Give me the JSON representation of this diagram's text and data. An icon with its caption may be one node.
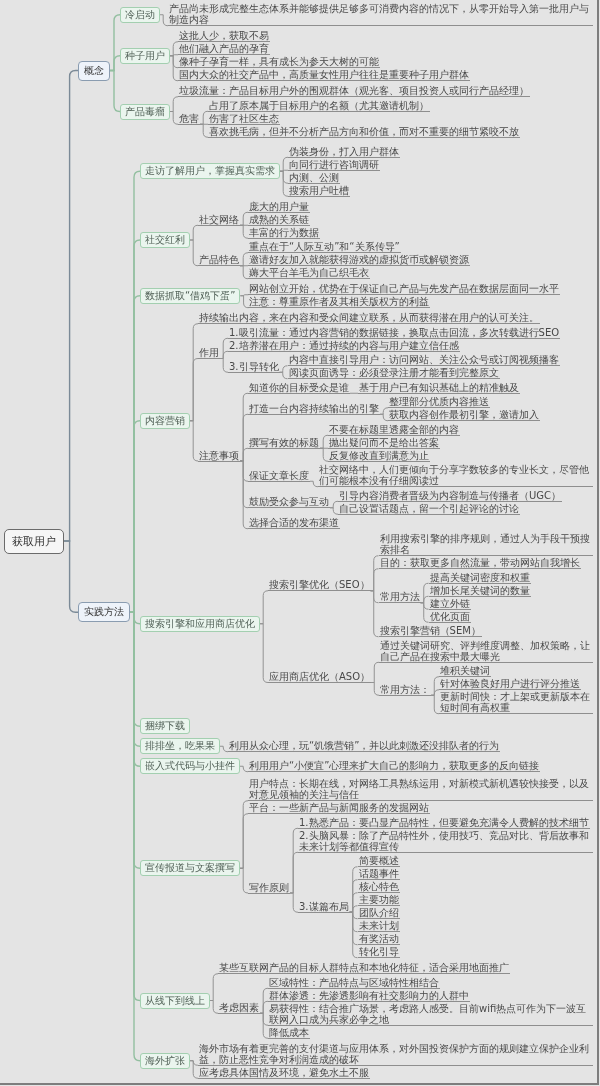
{
  "diagram": {
    "nodes": [
      {
        "text": [
          "获取用户"
        ]
      },
      {
        "text": [
          "概念"
        ]
      },
      {
        "text": [
          "冷启动"
        ]
      },
      {
        "text": [
          "产品尚未形成完整生态体系并能够提供足够多可消费内容的情况下，从零开始导入第一批用户与制造内容"
        ]
      },
      {
        "text": [
          "种子用户"
        ]
      },
      {
        "text": [
          "这批人少，获取不易"
        ]
      },
      {
        "text": [
          "他们融入产品的孕育"
        ]
      },
      {
        "text": [
          "像种子孕育一样，具有成长为参天大树的可能"
        ]
      },
      {
        "text": [
          "国内大众的社交产品中，高质量女性用户往往是重要种子用户群体"
        ]
      },
      {
        "text": [
          "产品毒瘤"
        ]
      },
      {
        "text": [
          "垃圾流量：产品目标用户外的围观群体（观光客、项目投资人或同行产品经理）"
        ]
      },
      {
        "text": [
          "危害"
        ]
      },
      {
        "text": [
          "占用了原本属于目标用户的名额（尤其邀请机制）"
        ]
      },
      {
        "text": [
          "伤害了社区生态"
        ]
      },
      {
        "text": [
          "喜欢挑毛病，但并不分析产品方向和价值，而对不重要的细节紧咬不放"
        ]
      },
      {
        "text": [
          "实践方法"
        ]
      },
      {
        "text": [
          "走访了解用户，掌握真实需求"
        ]
      },
      {
        "text": [
          "伪装身份，打入用户群体"
        ]
      },
      {
        "text": [
          "向同行进行咨询调研"
        ]
      },
      {
        "text": [
          "内测、公测"
        ]
      },
      {
        "text": [
          "搜索用户吐槽"
        ]
      },
      {
        "text": [
          "社交红利"
        ]
      },
      {
        "text": [
          "社交网络"
        ]
      },
      {
        "text": [
          "庞大的用户量"
        ]
      },
      {
        "text": [
          "成熟的关系链"
        ]
      },
      {
        "text": [
          "丰富的行为数据"
        ]
      },
      {
        "text": [
          "产品特色"
        ]
      },
      {
        "text": [
          "重点在于“人际互动”和“关系传导”"
        ]
      },
      {
        "text": [
          "邀请好友加入就能获得游戏的虚拟货币或解锁资源"
        ]
      },
      {
        "text": [
          "薅大平台羊毛为自己织毛衣"
        ]
      },
      {
        "text": [
          "数据抓取“借鸡下蛋”"
        ]
      },
      {
        "text": [
          "网站创立开始，优势在于保证自己产品与先发产品在数据层面同一水平"
        ]
      },
      {
        "text": [
          "注意：尊重原作者及其相关版权方的利益"
        ]
      },
      {
        "text": [
          "内容营销"
        ]
      },
      {
        "text": [
          "持续输出内容，来在内容和受众间建立联系，从而获得潜在用户的认可关注。"
        ]
      },
      {
        "text": [
          "作用"
        ]
      },
      {
        "text": [
          "1.吸引流量：通过内容营销的数据链接，换取点击回流，多次转载进行SEO"
        ]
      },
      {
        "text": [
          "2.培养潜在用户：通过持续的内容与用户建立信任感"
        ]
      },
      {
        "text": [
          "3.引导转化"
        ]
      },
      {
        "text": [
          "内容中直接引导用户：访问网站、关注公众号或订阅视频播客"
        ]
      },
      {
        "text": [
          "阅读页面诱导：必须登录注册才能看到完整原文"
        ]
      },
      {
        "text": [
          "注意事项"
        ]
      },
      {
        "text": [
          "知道你的目标受众是谁"
        ]
      },
      {
        "text": [
          "基于用户已有知识基础上的精准触及"
        ]
      },
      {
        "text": [
          "打造一台内容持续输出的引擎"
        ]
      },
      {
        "text": [
          "整理部分优质内容推送"
        ]
      },
      {
        "text": [
          "获取内容创作最初引擎，邀请加入"
        ]
      },
      {
        "text": [
          "撰写有效的标题"
        ]
      },
      {
        "text": [
          "不要在标题里透露全部的内容"
        ]
      },
      {
        "text": [
          "抛出疑问而不是给出答案"
        ]
      },
      {
        "text": [
          "反复修改直到满意为止"
        ]
      },
      {
        "text": [
          "保证文章长度"
        ]
      },
      {
        "text": [
          "社交网络中，人们更倾向于分享字数较多的专业长文，尽管他们可能根本没有仔细阅读过"
        ]
      },
      {
        "text": [
          "鼓励受众参与互动"
        ]
      },
      {
        "text": [
          "引导内容消费者晋级为内容制造与传播者（UGC）"
        ]
      },
      {
        "text": [
          "自己设置话题点，留一个引起评论的讨论"
        ]
      },
      {
        "text": [
          "选择合适的发布渠道"
        ]
      },
      {
        "text": [
          "搜索引擎和应用商店优化"
        ]
      },
      {
        "text": [
          "搜索引擎优化（SEO）"
        ]
      },
      {
        "text": [
          "利用搜索引擎的排序规则，通过人为手段干预搜索排名"
        ]
      },
      {
        "text": [
          "目的：获取更多自然流量，带动网站自我增长"
        ]
      },
      {
        "text": [
          "常用方法"
        ]
      },
      {
        "text": [
          "提高关键词密度和权重"
        ]
      },
      {
        "text": [
          "增加长尾关键词的数量"
        ]
      },
      {
        "text": [
          "建立外链"
        ]
      },
      {
        "text": [
          "优化页面"
        ]
      },
      {
        "text": [
          "搜索引擎营销（SEM）"
        ]
      },
      {
        "text": [
          "应用商店优化（ASO）"
        ]
      },
      {
        "text": [
          "通过关键词研究、评判维度调整、加权策略，让自己产品在搜索中最大曝光"
        ]
      },
      {
        "text": [
          "常用方法："
        ]
      },
      {
        "text": [
          "堆积关键词"
        ]
      },
      {
        "text": [
          "针对体验良好用户进行评分推送"
        ]
      },
      {
        "text": [
          "更新时间快：才上架或更新版本在短时间有高权重"
        ]
      },
      {
        "text": [
          "捆绑下载"
        ]
      },
      {
        "text": [
          "排排坐，吃果果"
        ]
      },
      {
        "text": [
          "利用从众心理，玩“饥饿营销”，并以此刺激还没排队者的行为"
        ]
      },
      {
        "text": [
          "嵌入式代码与小挂件"
        ]
      },
      {
        "text": [
          "利用用户“小便宜”心理来扩大自己的影响力，获取更多的反向链接"
        ]
      },
      {
        "text": [
          "宣传报道与文案撰写"
        ]
      },
      {
        "text": [
          "用户特点：长期在线，对网络工具熟练运用，对新模式新机遇较快接受，以及对意见领袖的关注与信任"
        ]
      },
      {
        "text": [
          "平台：一些新产品与新闻服务的发掘网站"
        ]
      },
      {
        "text": [
          "写作原则"
        ]
      },
      {
        "text": [
          "1.熟悉产品：要凸显产品特性，但要避免充满令人费解的技术细节"
        ]
      },
      {
        "text": [
          "2.头脑风暴：除了产品特性外，使用技巧、竞品对比、背后故事和未来计划等都值得宣传"
        ]
      },
      {
        "text": [
          "3.谋篇布局"
        ]
      },
      {
        "text": [
          "简要概述"
        ]
      },
      {
        "text": [
          "话题事件"
        ]
      },
      {
        "text": [
          "核心特色"
        ]
      },
      {
        "text": [
          "主要功能"
        ]
      },
      {
        "text": [
          "团队介绍"
        ]
      },
      {
        "text": [
          "未来计划"
        ]
      },
      {
        "text": [
          "有奖活动"
        ]
      },
      {
        "text": [
          "转化引导"
        ]
      },
      {
        "text": [
          "从线下到线上"
        ]
      },
      {
        "text": [
          "某些互联网产品的目标人群特点和本地化特征，适合采用地面推广"
        ]
      },
      {
        "text": [
          "考虑因素"
        ]
      },
      {
        "text": [
          "区域特性：产品特点与区域特性相结合"
        ]
      },
      {
        "text": [
          "群体渗透：先渗透影响有社交影响力的人群中"
        ]
      },
      {
        "text": [
          "易获得性：结合推广场景，考虑路人感受。目前wifi热点可作为下一波互联网入口成为兵家必争之地"
        ]
      },
      {
        "text": [
          "降低成本"
        ]
      },
      {
        "text": [
          "海外扩张"
        ]
      },
      {
        "text": [
          "海外市场有着更完善的支付渠道与应用体系，对外国投资保护方面的规则建立保护企业利益，防止恶性竞争对利润造成的破坏"
        ]
      },
      {
        "text": [
          "应考虑具体国情及环境，避免水土不服"
        ]
      }
    ],
    "edges": [
      {
        "from": 0,
        "to": 1,
        "arrow": "none",
        "color": "#7b8a97"
      },
      {
        "from": 1,
        "to": 2,
        "arrow": "none",
        "color": "#93bfa0"
      },
      {
        "from": 2,
        "to": 3,
        "arrow": "none"
      },
      {
        "from": 1,
        "to": 4,
        "arrow": "none",
        "color": "#93bfa0"
      },
      {
        "from": 4,
        "to": 5,
        "arrow": "none"
      },
      {
        "from": 4,
        "to": 6,
        "arrow": "none"
      },
      {
        "from": 4,
        "to": 7,
        "arrow": "none"
      },
      {
        "from": 4,
        "to": 8,
        "arrow": "none"
      },
      {
        "from": 1,
        "to": 9,
        "arrow": "none",
        "color": "#93bfa0"
      },
      {
        "from": 9,
        "to": 10,
        "arrow": "none"
      },
      {
        "from": 9,
        "to": 11,
        "arrow": "none"
      },
      {
        "from": 11,
        "to": 12,
        "arrow": "none"
      },
      {
        "from": 11,
        "to": 13,
        "arrow": "none"
      },
      {
        "from": 11,
        "to": 14,
        "arrow": "none"
      },
      {
        "from": 0,
        "to": 15,
        "arrow": "none",
        "color": "#7b8a97"
      },
      {
        "from": 15,
        "to": 16,
        "arrow": "none",
        "color": "#93bfa0"
      },
      {
        "from": 16,
        "to": 17,
        "arrow": "none"
      },
      {
        "from": 16,
        "to": 18,
        "arrow": "none"
      },
      {
        "from": 16,
        "to": 19,
        "arrow": "none"
      },
      {
        "from": 16,
        "to": 20,
        "arrow": "none"
      },
      {
        "from": 15,
        "to": 21,
        "arrow": "none",
        "color": "#93bfa0"
      },
      {
        "from": 21,
        "to": 22,
        "arrow": "none"
      },
      {
        "from": 22,
        "to": 23,
        "arrow": "none"
      },
      {
        "from": 22,
        "to": 24,
        "arrow": "none"
      },
      {
        "from": 22,
        "to": 25,
        "arrow": "none"
      },
      {
        "from": 21,
        "to": 26,
        "arrow": "none"
      },
      {
        "from": 26,
        "to": 27,
        "arrow": "none"
      },
      {
        "from": 26,
        "to": 28,
        "arrow": "none"
      },
      {
        "from": 26,
        "to": 29,
        "arrow": "none"
      },
      {
        "from": 15,
        "to": 30,
        "arrow": "none",
        "color": "#93bfa0"
      },
      {
        "from": 30,
        "to": 31,
        "arrow": "none"
      },
      {
        "from": 30,
        "to": 32,
        "arrow": "none"
      },
      {
        "from": 15,
        "to": 33,
        "arrow": "none",
        "color": "#93bfa0"
      },
      {
        "from": 33,
        "to": 34,
        "arrow": "none"
      },
      {
        "from": 33,
        "to": 35,
        "arrow": "none"
      },
      {
        "from": 35,
        "to": 36,
        "arrow": "none"
      },
      {
        "from": 35,
        "to": 37,
        "arrow": "none"
      },
      {
        "from": 35,
        "to": 38,
        "arrow": "none"
      },
      {
        "from": 38,
        "to": 39,
        "arrow": "none"
      },
      {
        "from": 38,
        "to": 40,
        "arrow": "none"
      },
      {
        "from": 33,
        "to": 41,
        "arrow": "none"
      },
      {
        "from": 41,
        "to": 42,
        "arrow": "none"
      },
      {
        "from": 42,
        "to": 43,
        "arrow": "none"
      },
      {
        "from": 41,
        "to": 44,
        "arrow": "none"
      },
      {
        "from": 44,
        "to": 45,
        "arrow": "none"
      },
      {
        "from": 44,
        "to": 46,
        "arrow": "none"
      },
      {
        "from": 41,
        "to": 47,
        "arrow": "none"
      },
      {
        "from": 47,
        "to": 48,
        "arrow": "none"
      },
      {
        "from": 47,
        "to": 49,
        "arrow": "none"
      },
      {
        "from": 47,
        "to": 50,
        "arrow": "none"
      },
      {
        "from": 41,
        "to": 51,
        "arrow": "none"
      },
      {
        "from": 51,
        "to": 52,
        "arrow": "none"
      },
      {
        "from": 41,
        "to": 53,
        "arrow": "none"
      },
      {
        "from": 53,
        "to": 54,
        "arrow": "none"
      },
      {
        "from": 53,
        "to": 55,
        "arrow": "none"
      },
      {
        "from": 41,
        "to": 56,
        "arrow": "none"
      },
      {
        "from": 15,
        "to": 57,
        "arrow": "none",
        "color": "#93bfa0"
      },
      {
        "from": 57,
        "to": 58,
        "arrow": "none"
      },
      {
        "from": 58,
        "to": 59,
        "arrow": "none"
      },
      {
        "from": 58,
        "to": 60,
        "arrow": "none"
      },
      {
        "from": 58,
        "to": 61,
        "arrow": "none"
      },
      {
        "from": 61,
        "to": 62,
        "arrow": "none"
      },
      {
        "from": 61,
        "to": 63,
        "arrow": "none"
      },
      {
        "from": 61,
        "to": 64,
        "arrow": "none"
      },
      {
        "from": 61,
        "to": 65,
        "arrow": "none"
      },
      {
        "from": 58,
        "to": 66,
        "arrow": "none"
      },
      {
        "from": 57,
        "to": 67,
        "arrow": "none"
      },
      {
        "from": 67,
        "to": 68,
        "arrow": "none"
      },
      {
        "from": 67,
        "to": 69,
        "arrow": "none"
      },
      {
        "from": 69,
        "to": 70,
        "arrow": "none"
      },
      {
        "from": 69,
        "to": 71,
        "arrow": "none"
      },
      {
        "from": 69,
        "to": 72,
        "arrow": "none"
      },
      {
        "from": 15,
        "to": 73,
        "arrow": "none",
        "color": "#93bfa0"
      },
      {
        "from": 15,
        "to": 74,
        "arrow": "none",
        "color": "#93bfa0"
      },
      {
        "from": 74,
        "to": 75,
        "arrow": "none"
      },
      {
        "from": 15,
        "to": 76,
        "arrow": "none",
        "color": "#93bfa0"
      },
      {
        "from": 76,
        "to": 77,
        "arrow": "none"
      },
      {
        "from": 15,
        "to": 78,
        "arrow": "none",
        "color": "#93bfa0"
      },
      {
        "from": 78,
        "to": 79,
        "arrow": "none"
      },
      {
        "from": 78,
        "to": 80,
        "arrow": "none"
      },
      {
        "from": 78,
        "to": 81,
        "arrow": "none"
      },
      {
        "from": 81,
        "to": 82,
        "arrow": "none"
      },
      {
        "from": 81,
        "to": 83,
        "arrow": "none"
      },
      {
        "from": 81,
        "to": 84,
        "arrow": "none"
      },
      {
        "from": 84,
        "to": 85,
        "arrow": "none"
      },
      {
        "from": 84,
        "to": 86,
        "arrow": "none"
      },
      {
        "from": 84,
        "to": 87,
        "arrow": "none"
      },
      {
        "from": 84,
        "to": 88,
        "arrow": "none"
      },
      {
        "from": 84,
        "to": 89,
        "arrow": "none"
      },
      {
        "from": 84,
        "to": 90,
        "arrow": "none"
      },
      {
        "from": 84,
        "to": 91,
        "arrow": "none"
      },
      {
        "from": 84,
        "to": 92,
        "arrow": "none"
      },
      {
        "from": 15,
        "to": 93,
        "arrow": "none",
        "color": "#93bfa0"
      },
      {
        "from": 93,
        "to": 94,
        "arrow": "none"
      },
      {
        "from": 93,
        "to": 95,
        "arrow": "none"
      },
      {
        "from": 95,
        "to": 96,
        "arrow": "none"
      },
      {
        "from": 95,
        "to": 97,
        "arrow": "none"
      },
      {
        "from": 95,
        "to": 98,
        "arrow": "none"
      },
      {
        "from": 95,
        "to": 99,
        "arrow": "none"
      },
      {
        "from": 15,
        "to": 100,
        "arrow": "none",
        "color": "#93bfa0"
      },
      {
        "from": 100,
        "to": 101,
        "arrow": "none"
      },
      {
        "from": 100,
        "to": 102,
        "arrow": "none"
      }
    ]
  }
}
